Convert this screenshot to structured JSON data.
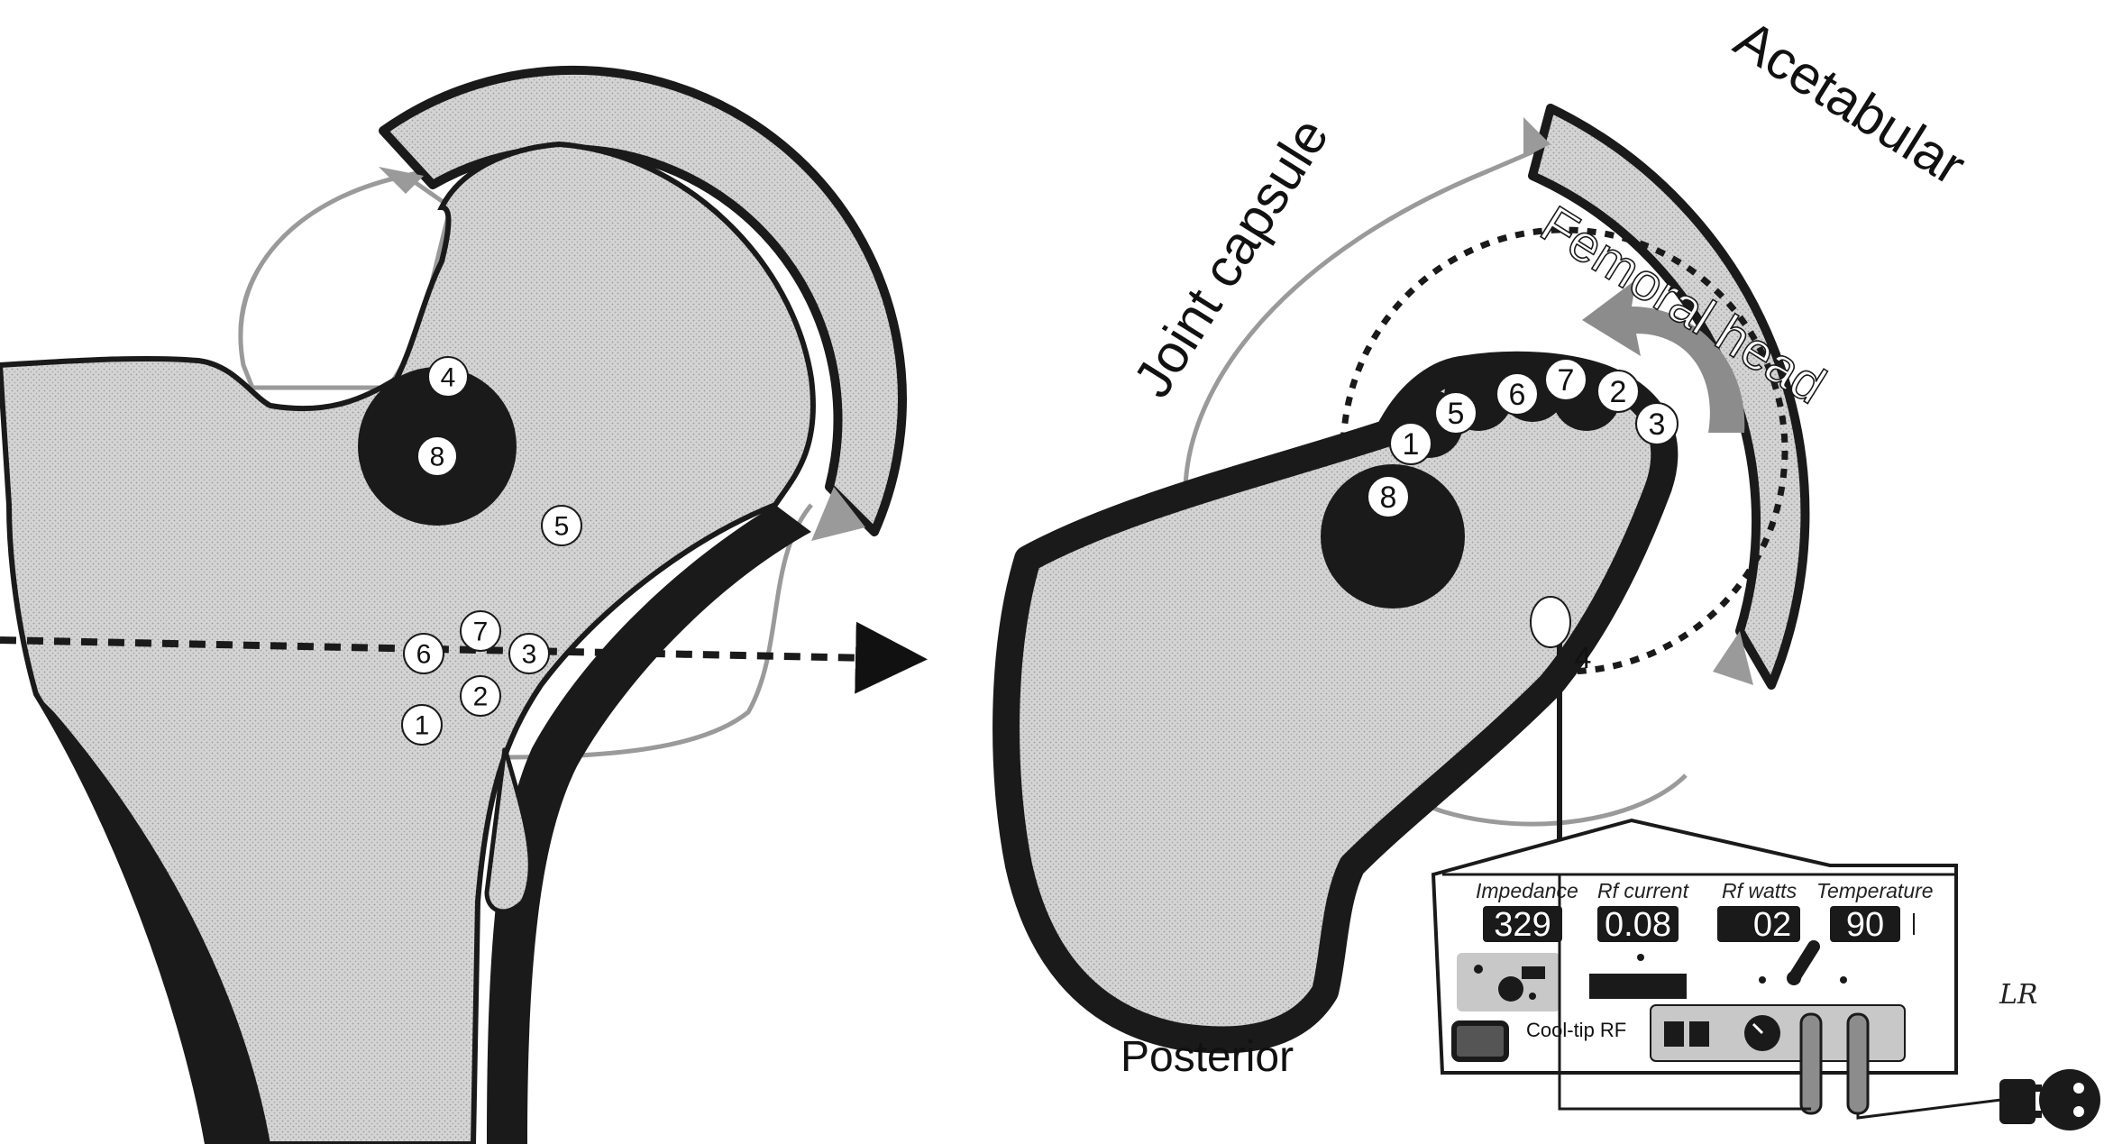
{
  "labels": {
    "joint_capsule": "Joint capsule",
    "acetabular": "Acetabular",
    "femoral_head": "Femoral head",
    "posterior": "Posterior",
    "signature": "LR"
  },
  "left_markers": [
    "1",
    "2",
    "3",
    "4",
    "5",
    "6",
    "7",
    "8"
  ],
  "right_markers": [
    "1",
    "2",
    "3",
    "4",
    "5",
    "6",
    "7",
    "8"
  ],
  "generator": {
    "brand": "Cool-tip RF",
    "readouts": [
      {
        "label": "Impedance",
        "value": "329"
      },
      {
        "label": "Rf current",
        "value": "0.08"
      },
      {
        "label": "Rf watts",
        "value": "02"
      },
      {
        "label": "Temperature",
        "value": "90"
      }
    ]
  },
  "colors": {
    "bone_fill": "#d2d2d2",
    "cortex": "#1a1a1a",
    "capsule_line": "#9a9a9a",
    "arrow_gray": "#8c8c8c"
  }
}
